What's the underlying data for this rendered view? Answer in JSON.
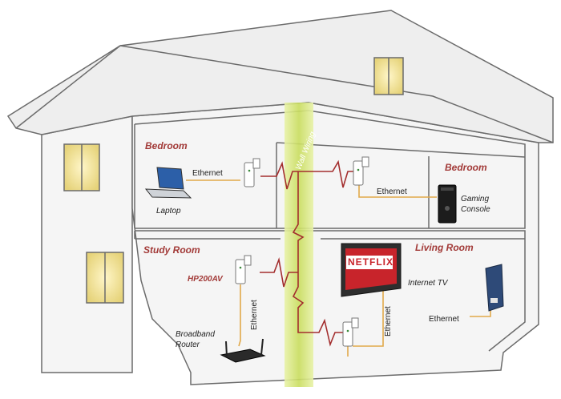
{
  "rooms": {
    "bedroom_left": "Bedroom",
    "bedroom_right": "Bedroom",
    "study_room": "Study Room",
    "living_room": "Living Room"
  },
  "devices": {
    "laptop": "Laptop",
    "gaming_console": "Gaming\nConsole",
    "hp200av": "HP200AV",
    "broadband_router": "Broadband\nRouter",
    "internet_tv": "Internet TV",
    "netflix": "NETFLIX"
  },
  "links": {
    "ethernet_laptop": "Ethernet",
    "ethernet_bedroom_right": "Ethernet",
    "ethernet_router": "Ethernet",
    "ethernet_tv": "Ethernet",
    "ethernet_living": "Ethernet"
  },
  "wall_wiring": "Wall Wiring",
  "colors": {
    "outline": "#6b6b6b",
    "house_fill": "#f3f3f3",
    "roof_fill": "#e9e9e9",
    "window_glow": "#f4e6a0",
    "wall_wiring": "#cfe07a",
    "powerline": "#a32e2e",
    "ethernet_cable": "#e1a94a",
    "room_label": "#a23a38",
    "netflix_red": "#c8242b"
  }
}
